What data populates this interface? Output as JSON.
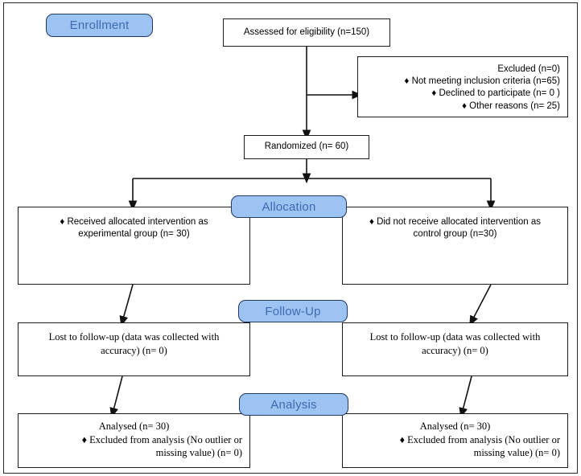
{
  "diagram": {
    "type": "consort-flow-diagram",
    "colors": {
      "banner_fill": "#9dc3f2",
      "banner_border": "#1f3864",
      "banner_text": "#3f6bb0",
      "box_border": "#1c1c1c",
      "background": "#ffffff"
    },
    "stages": {
      "enrollment": "Enrollment",
      "allocation": "Allocation",
      "followup": "Follow-Up",
      "analysis": "Analysis"
    },
    "boxes": {
      "assessed": {
        "lines": [
          "Assessed for eligibility (n=150)"
        ]
      },
      "excluded": {
        "lines": [
          "Excluded (n=0)",
          "♦  Not meeting inclusion criteria (n=65)",
          "♦  Declined to participate (n= 0 )",
          "♦  Other reasons (n= 25)"
        ]
      },
      "randomized": {
        "lines": [
          "Randomized (n= 60)"
        ]
      },
      "alloc_left": {
        "lines": [
          "♦  Received allocated intervention as",
          "experimental group (n= 30)"
        ]
      },
      "alloc_right": {
        "lines": [
          "♦  Did not receive allocated intervention as",
          "control group (n=30)"
        ]
      },
      "follow_left": {
        "lines": [
          "Lost to follow-up (data was collected with",
          "accuracy) (n= 0)"
        ]
      },
      "follow_right": {
        "lines": [
          "Lost to follow-up (data was collected with",
          "accuracy) (n= 0)"
        ]
      },
      "analysis_left": {
        "lines": [
          "Analysed  (n= 30)",
          "♦  Excluded from analysis (No outlier or",
          "missing value) (n= 0)"
        ]
      },
      "analysis_right": {
        "lines": [
          "Analysed (n=  30)",
          "♦  Excluded from analysis (No outlier or",
          "missing value) (n= 0)"
        ]
      }
    }
  }
}
